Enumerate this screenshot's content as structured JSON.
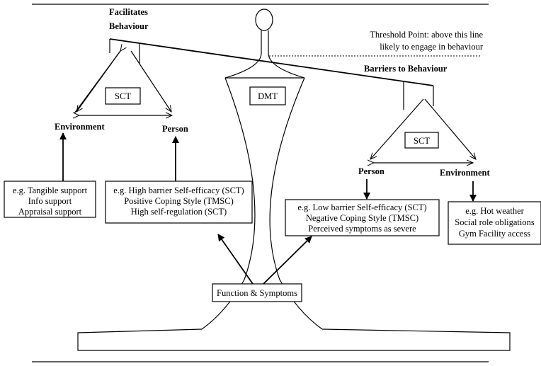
{
  "labels": {
    "facilitates_line1": "Facilitates",
    "facilitates_line2": "Behaviour",
    "threshold_line1": "Threshold Point: above this line",
    "threshold_line2": "likely to engage in behaviour",
    "barriers": "Barriers to Behaviour",
    "sct_left": "SCT",
    "sct_right": "SCT",
    "dmt": "DMT",
    "environment_left": "Environment",
    "person_left": "Person",
    "person_right": "Person",
    "environment_right": "Environment",
    "function_symptoms": "Function & Symptoms"
  },
  "boxes": {
    "env_support": [
      "e.g. Tangible support",
      "Info support",
      "Appraisal support"
    ],
    "person_facilitators": [
      "e.g. High barrier Self-efficacy (SCT)",
      "Positive Coping Style (TMSC)",
      "High self-regulation (SCT)"
    ],
    "person_barriers": [
      "e.g. Low barrier Self-efficacy (SCT)",
      "Negative Coping Style (TMSC)",
      "Perceived symptoms as severe"
    ],
    "env_barriers": [
      "e.g. Hot weather",
      "Social role obligations",
      "Gym Facility access"
    ]
  }
}
